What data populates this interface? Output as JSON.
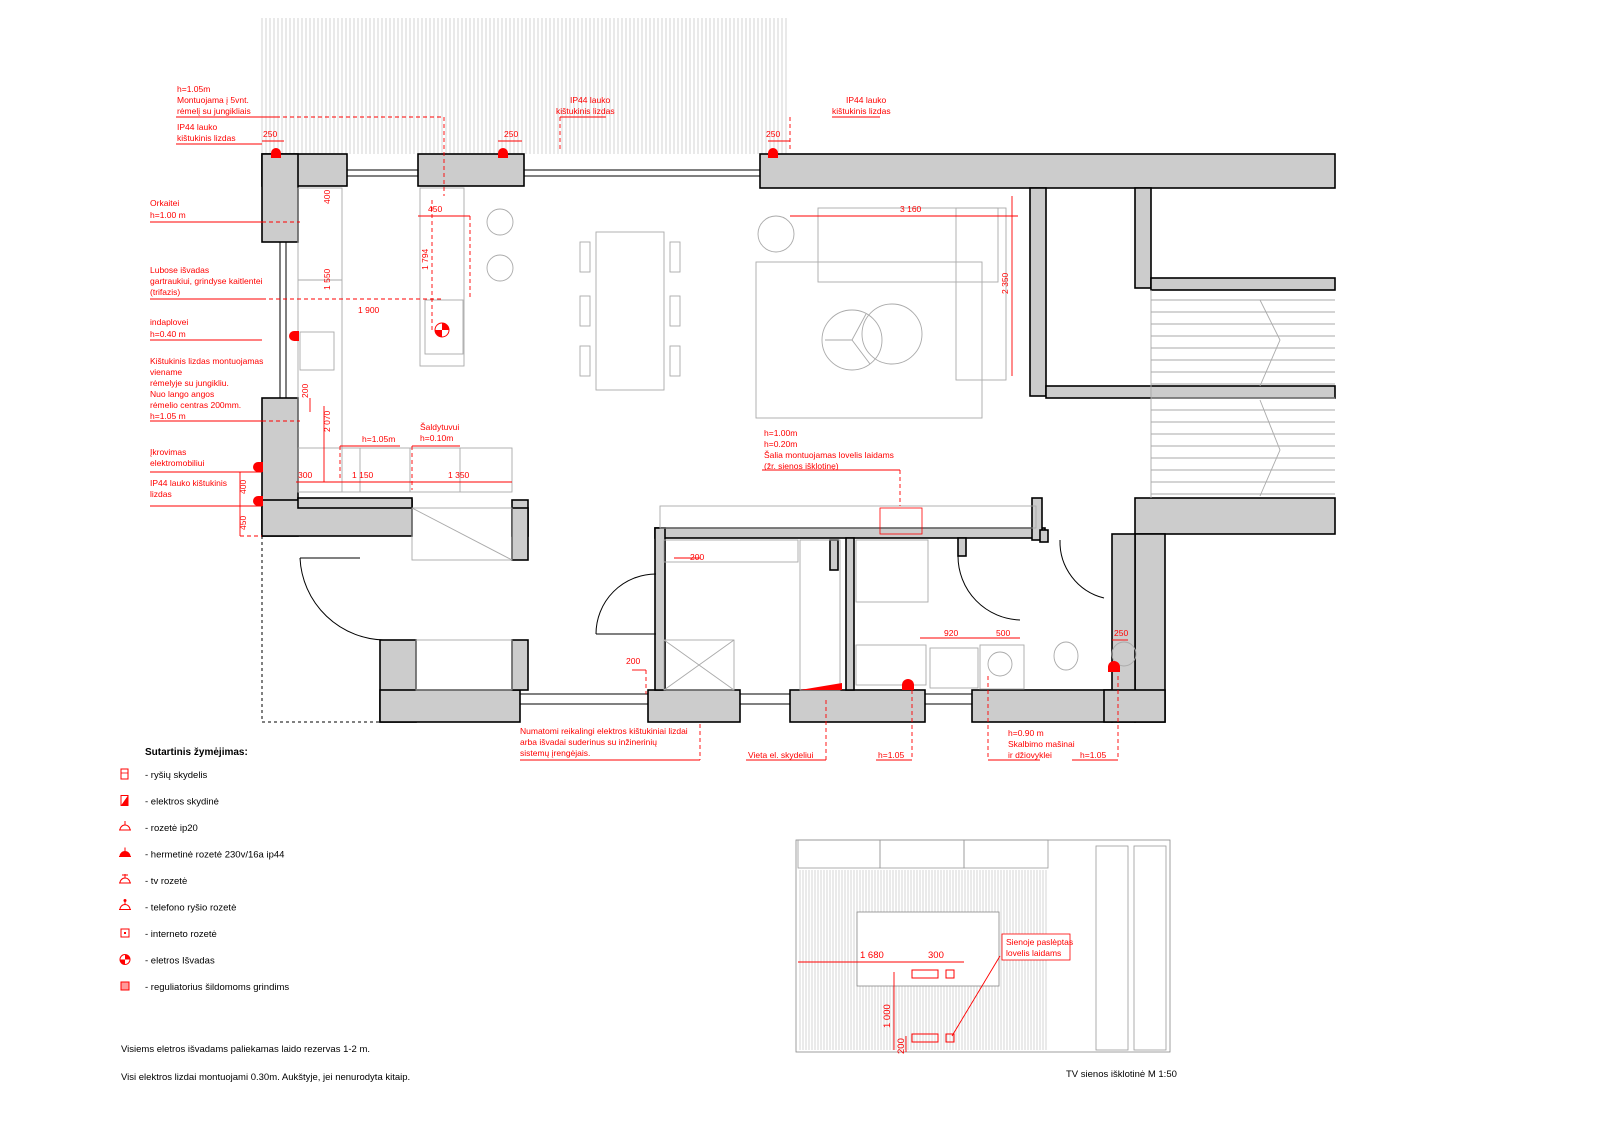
{
  "plan_labels": {
    "top_left_note": [
      "h=1.05m",
      "Montuojama į 5vnt.",
      "rėmelį su jungikliais"
    ],
    "ip44_left": [
      "IP44 lauko",
      "kištukinis lizdas"
    ],
    "ip44_mid": [
      "IP44 lauko",
      "kištukinis lizdas"
    ],
    "ip44_right": [
      "IP44 lauko",
      "kištukinis lizdas"
    ],
    "orkaitei": [
      "Orkaitei",
      "h=1.00 m"
    ],
    "lubose": [
      "Lubose išvadas",
      "gartraukiui, grindyse kaitlentei",
      "(trifazis)"
    ],
    "indaplovei": [
      "indaplovei",
      "h=0.40 m"
    ],
    "kistukinis": [
      "Kištukinis lizdas montuojamas",
      "viename",
      "rėmelyje su jungikliu.",
      "Nuo lango angos",
      "rėmelio centras 200mm.",
      "h=1.05 m"
    ],
    "ikrovimas": [
      "Įkrovimas",
      "elektromobiliui"
    ],
    "ip44_lower": [
      "IP44 lauko kištukinis",
      "lizdas"
    ],
    "saldytuvui": [
      "Šaldytuvui",
      "h=0.10m"
    ],
    "h105_kitchen": "h=1.05m",
    "tv_note": [
      "h=1.00m",
      "h=0.20m",
      "Šalia montuojamas lovelis laidams",
      "(žr. sienos išklotinę)"
    ],
    "numatomi": [
      "Numatomi reikalingi elektros kištukiniai lizdai",
      "arba išvadai suderinus su inžinerinių",
      "sistemų įrengėjais."
    ],
    "vieta_skydeliui": "Vieta el. skydeliui",
    "h105_bath": "h=1.05",
    "skalbimo": [
      "h=0.90 m",
      "Skalbimo mašinai",
      "ir džiovyklei"
    ],
    "h105_wc": "h=1.05"
  },
  "dimensions": {
    "d250_left": "250",
    "d250_mid": "250",
    "d250_right": "250",
    "d400_top": "400",
    "d450": "450",
    "d1794": "1 794",
    "d1550": "1 550",
    "d1900": "1 900",
    "d3160": "3 160",
    "d2350": "2 350",
    "d200_kit": "200",
    "d2070": "2 070",
    "d300": "300",
    "d1150": "1 150",
    "d1350": "1 350",
    "d400_side": "400",
    "d450_side": "450",
    "d200_hall": "200",
    "d200_door": "200",
    "d920": "920",
    "d500": "500",
    "d250_wc": "250"
  },
  "legend": {
    "title": "Sutartinis žymėjimas:",
    "items": [
      {
        "icon": "rysiu-skydelis-icon",
        "label": "- ryšių skydelis"
      },
      {
        "icon": "elektros-skydine-icon",
        "label": "- elektros skydinė"
      },
      {
        "icon": "rozete-ip20-icon",
        "label": "- rozetė ip20"
      },
      {
        "icon": "hermetine-rozete-icon",
        "label": "- hermetinė rozetė 230v/16a ip44"
      },
      {
        "icon": "tv-rozete-icon",
        "label": "- tv rozetė"
      },
      {
        "icon": "telefono-rozete-icon",
        "label": "- telefono ryšio rozetė"
      },
      {
        "icon": "interneto-rozete-icon",
        "label": "- interneto rozetė"
      },
      {
        "icon": "elektros-isvadas-icon",
        "label": "- eletros Išvadas"
      },
      {
        "icon": "reguliatorius-icon",
        "label": "- reguliatorius šildomoms grindims"
      }
    ]
  },
  "notes": [
    "Visiems eletros išvadams paliekamas laido rezervas 1-2 m.",
    "Visi elektros lizdai montuojami 0.30m. Aukštyje, jei nenurodyta kitaip."
  ],
  "elevation": {
    "d1680": "1 680",
    "d300": "300",
    "d1000": "1 000",
    "d200": "200",
    "note": [
      "Sienoje paslėptas",
      "lovelis laidams"
    ],
    "caption": "TV sienos išklotinė M 1:50"
  },
  "colors": {
    "red": "#ff0000",
    "wall": "#cccccc",
    "line": "#000000"
  }
}
